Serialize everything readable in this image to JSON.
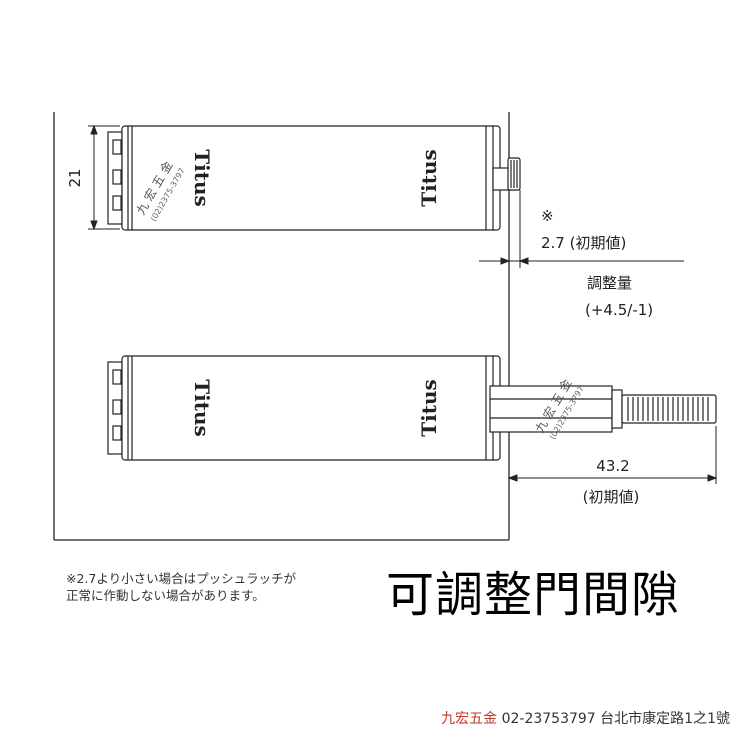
{
  "dimensions": {
    "height": "21",
    "gap_mark": "※",
    "gap_value": "2.7 (初期値)",
    "adjust_label": "調整量",
    "adjust_range": "(+4.5/-1)",
    "extension_value": "43.2",
    "extension_note": "(初期値)"
  },
  "logo": "Titus",
  "watermark": {
    "name": "九 宏 五 金",
    "phone": "(02)2375-3797"
  },
  "note": {
    "line1": "※2.7より小さい場合はプッシュラッチが",
    "line2": "正常に作動しない場合があります。"
  },
  "title": "可調整門間隙",
  "footer": {
    "shop": "九宏五金",
    "phone": "02-23753797",
    "address": "台北市康定路1之1號"
  }
}
